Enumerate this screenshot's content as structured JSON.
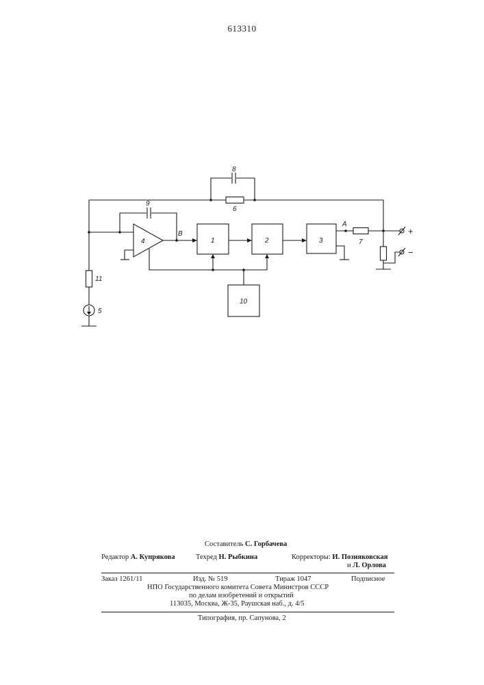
{
  "document": {
    "number": "613310"
  },
  "diagram": {
    "labels": {
      "b1": "1",
      "b2": "2",
      "b3": "3",
      "amp": "4",
      "src": "5",
      "r6": "6",
      "r7": "7",
      "c8": "8",
      "c9": "9",
      "b10": "10",
      "r11": "11",
      "node_a": "A",
      "node_b": "B",
      "plus": "+",
      "minus": "−"
    }
  },
  "colophon": {
    "compiler_label": "Составитель",
    "compiler_name": "С. Горбачева",
    "editor_label": "Редактор",
    "editor_name": "А. Купрякова",
    "techred_label": "Техред",
    "techred_name": "Н. Рыбкина",
    "correctors_label": "Корректоры:",
    "corrector_1": "И. Позняковская",
    "corrector_2_prefix": "и",
    "corrector_2": "Л. Орлова",
    "order": "Заказ 1261/11",
    "edition": "Изд. № 519",
    "circulation": "Тираж 1047",
    "subscription": "Подписное",
    "org_line1": "НПО Государственного комитета Совета Министров СССР",
    "org_line2": "по делам изобретений и открытий",
    "address": "113035, Москва, Ж-35, Раушская наб., д. 4/5",
    "printer": "Типография, пр. Сапунова, 2"
  }
}
